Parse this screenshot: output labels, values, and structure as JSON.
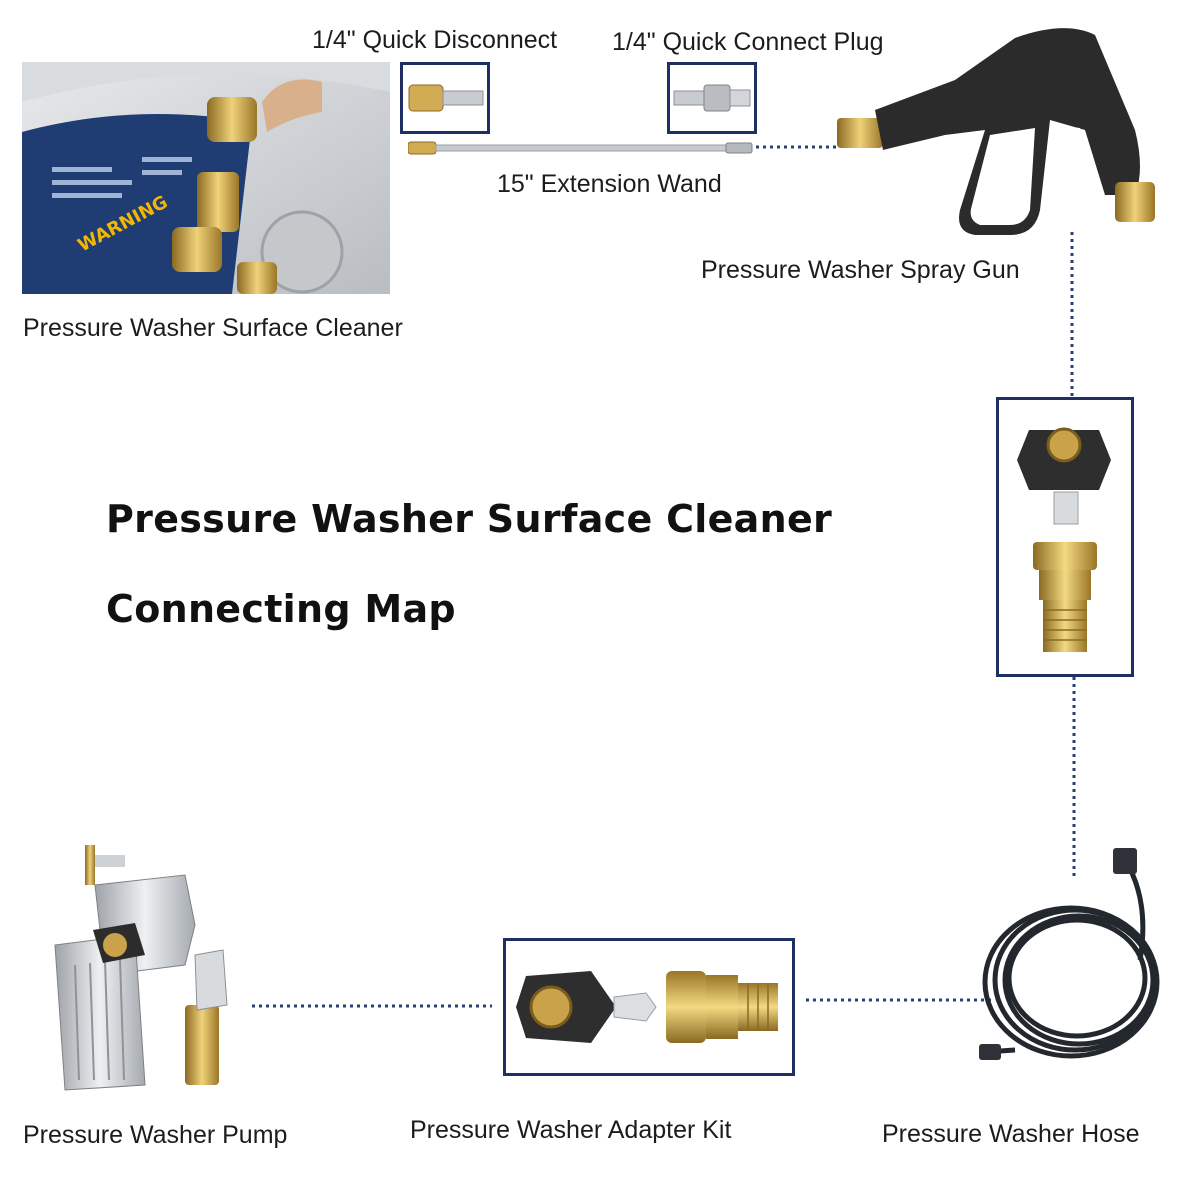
{
  "title": {
    "line1": "Pressure Washer Surface Cleaner",
    "line2": "Connecting Map"
  },
  "components": {
    "surface_cleaner": "Pressure Washer Surface Cleaner",
    "quick_disconnect": "1/4\" Quick Disconnect",
    "quick_connect_plug": "1/4\" Quick Connect Plug",
    "extension_wand": "15\" Extension Wand",
    "spray_gun": "Pressure Washer Spray Gun",
    "pump": "Pressure Washer Pump",
    "adapter_kit": "Pressure Washer Adapter Kit",
    "hose": "Pressure Washer Hose"
  },
  "surface_cleaner_photo": {
    "warning_text": "WARNING"
  },
  "colors": {
    "frame": "#1d2f63",
    "connector_dots": "#2a3f7a",
    "brass": "#c9a24a",
    "gun_black": "#2b2b2b"
  }
}
